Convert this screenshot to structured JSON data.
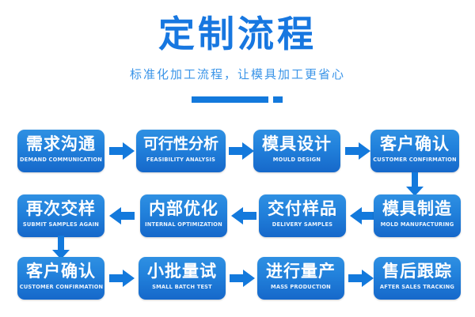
{
  "header": {
    "title": "定制流程",
    "subtitle": "标准化加工流程，让模具加工更省心",
    "accent_color": "#1777e0",
    "subtitle_color": "#3a94e8"
  },
  "flow": {
    "box_gradient_top": "#2f90e2",
    "box_gradient_bottom": "#1668ca",
    "arrow_color": "#1379dc",
    "rows": [
      {
        "direction": "left-to-right",
        "steps": [
          {
            "cn": "需求沟通",
            "en": "DEMAND COMMUNICATION"
          },
          {
            "cn": "可行性分析",
            "en": "FEASIBILITY ANALYSIS"
          },
          {
            "cn": "模具设计",
            "en": "MOULD DESIGN"
          },
          {
            "cn": "客户确认",
            "en": "CUSTOMER CONFIRMATION"
          }
        ]
      },
      {
        "direction": "right-to-left",
        "steps": [
          {
            "cn": "再次交样",
            "en": "SUBMIT SAMPLES AGAIN"
          },
          {
            "cn": "内部优化",
            "en": "INTERNAL OPTIMIZATION"
          },
          {
            "cn": "交付样品",
            "en": "DELIVERY SAMPLES"
          },
          {
            "cn": "模具制造",
            "en": "MOLD MANUFACTURING"
          }
        ]
      },
      {
        "direction": "left-to-right",
        "steps": [
          {
            "cn": "客户确认",
            "en": "CUSTOMER CONFIRMATION"
          },
          {
            "cn": "小批量试",
            "en": "SMALL BATCH TEST"
          },
          {
            "cn": "进行量产",
            "en": "MASS PRODUCTION"
          },
          {
            "cn": "售后跟踪",
            "en": "AFTER SALES TRACKING"
          }
        ]
      }
    ]
  }
}
